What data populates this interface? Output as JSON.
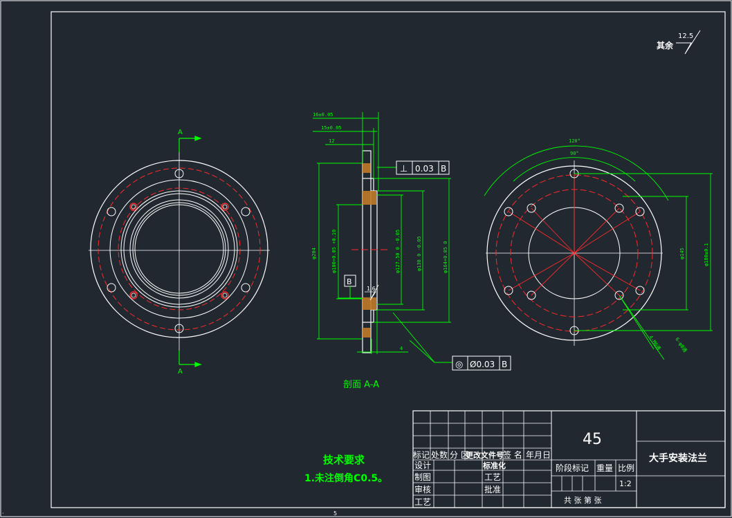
{
  "roughness": {
    "label": "其余",
    "value": "12.5"
  },
  "section": {
    "marker": "A",
    "title": "剖面 A-A"
  },
  "dims": {
    "d1": "16±0.05",
    "d2": "15±0.05",
    "d3": "12",
    "d4": "φ204",
    "d5": "φ100+0.05 +0.10",
    "d6": "φ127.50 0 -0.05",
    "d7": "φ138 0 -0.05",
    "d8": "φ164+0.05 0",
    "d9": "1.6",
    "d10": "4",
    "d11": "120°",
    "d12": "90°",
    "d13": "φ145",
    "d14": "φ180±0.1",
    "d15": "4-M6通",
    "d16": "6-φ8通"
  },
  "gdt": {
    "perp": {
      "symbol": "⊥",
      "tol": "0.03",
      "datum": "B"
    },
    "conc": {
      "symbol": "◎",
      "tol": "Ø0.03",
      "datum": "B"
    },
    "datum": "B"
  },
  "notes": {
    "title": "技术要求",
    "line1": "1.未注倒角C0.5。"
  },
  "titleblock": {
    "material": "45",
    "name": "大手安装法兰",
    "hdr": [
      "标记",
      "处数",
      "分 区",
      "更改文件号",
      "签 名",
      "年月日"
    ],
    "design": "设计",
    "standard": "标准化",
    "draw": "制图",
    "craft1": "工艺",
    "check": "审核",
    "approve": "批准",
    "craft2": "工艺",
    "stage": "阶段标记",
    "weight": "重量",
    "scale_lbl": "比例",
    "scale": "1:2",
    "sheets": "共   张  第   张"
  },
  "footer": {
    "page": "5",
    "corner": "·"
  }
}
